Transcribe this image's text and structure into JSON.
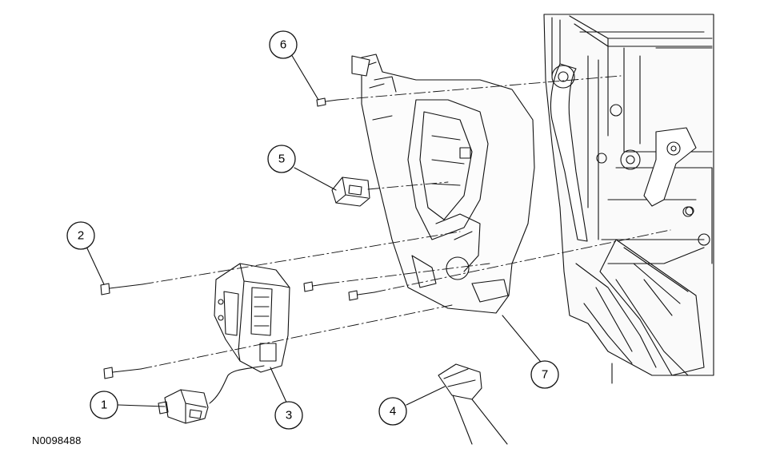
{
  "figure_id": "N0098488",
  "callouts": [
    {
      "label": "1"
    },
    {
      "label": "2"
    },
    {
      "label": "3"
    },
    {
      "label": "4"
    },
    {
      "label": "5"
    },
    {
      "label": "6"
    },
    {
      "label": "7"
    }
  ]
}
